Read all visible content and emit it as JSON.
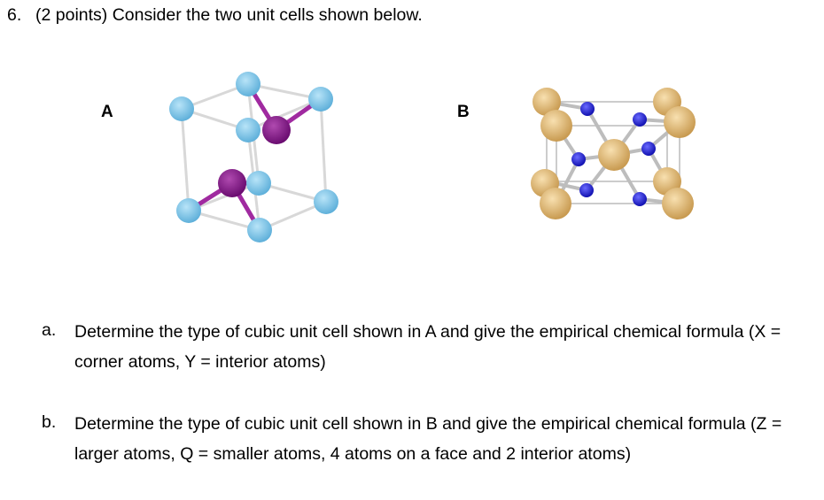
{
  "question": {
    "number": "6.",
    "text": "(2 points) Consider the two unit cells shown below."
  },
  "figures": {
    "a_label": "A",
    "b_label": "B",
    "colors": {
      "a_corner": "#7cc4e8",
      "a_interior": "#8a1a8c",
      "b_large": "#e2b878",
      "b_small": "#2020d8",
      "bond": "#cfcfcf"
    }
  },
  "parts": [
    {
      "label": "a.",
      "text": "Determine the type of cubic unit cell shown in A and give the empirical chemical formula (X = corner atoms, Y = interior atoms)"
    },
    {
      "label": "b.",
      "text": "Determine the type of cubic unit cell shown in B and give the empirical chemical formula (Z = larger atoms, Q = smaller atoms, 4 atoms on a face and 2 interior atoms)"
    }
  ]
}
